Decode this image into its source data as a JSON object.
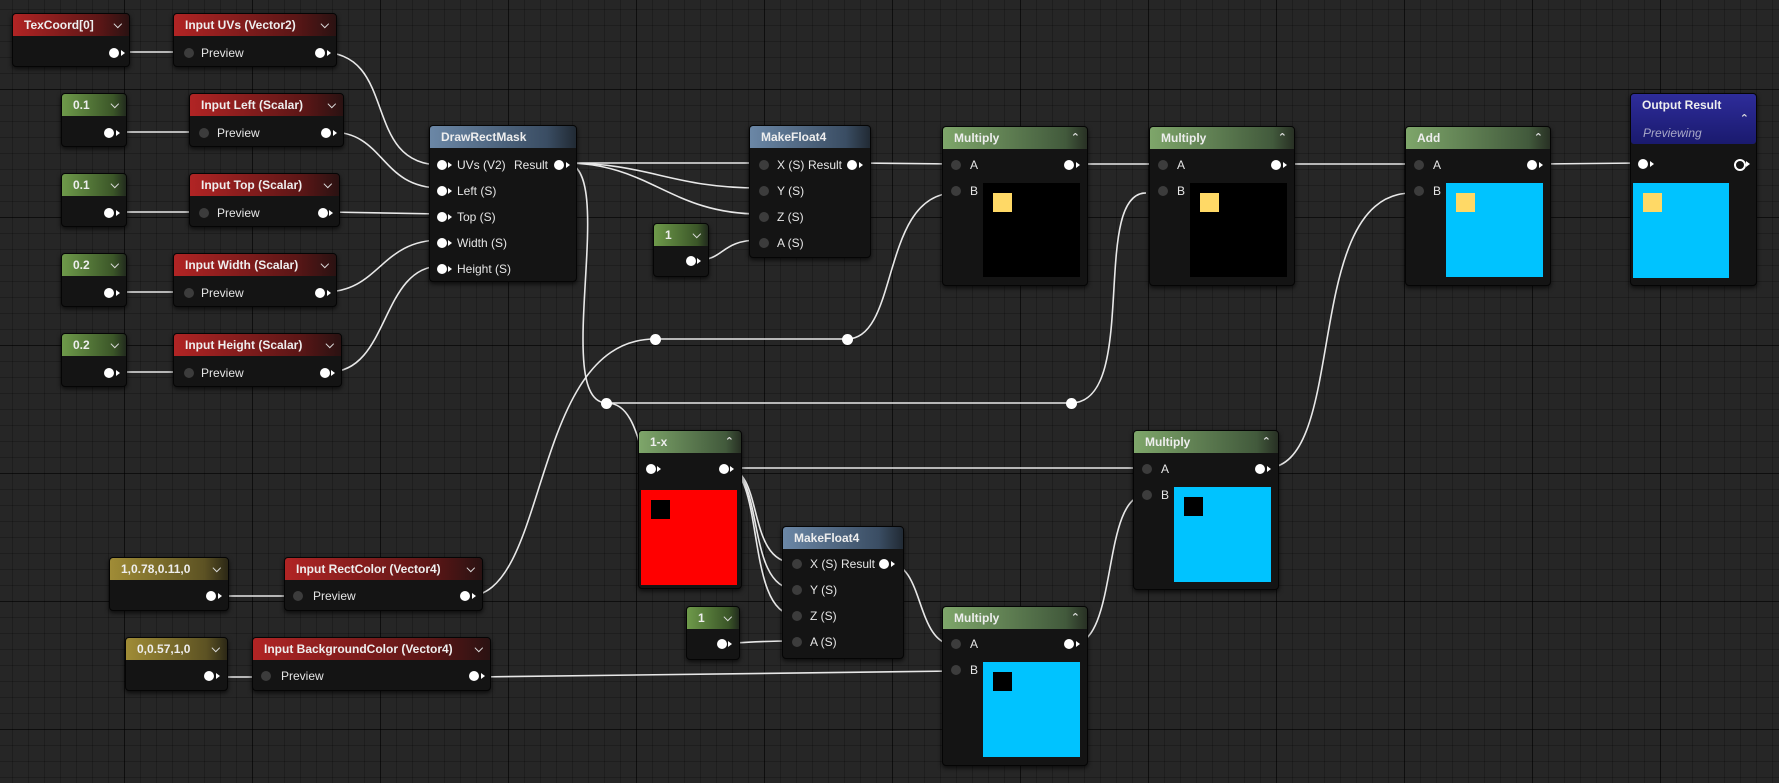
{
  "nodes": {
    "texcoord": {
      "title": "TexCoord[0]"
    },
    "input_uvs": {
      "title": "Input UVs (Vector2)",
      "pin_label": "Preview"
    },
    "const_left": {
      "title": "0.1"
    },
    "input_left": {
      "title": "Input Left (Scalar)",
      "pin_label": "Preview"
    },
    "const_top": {
      "title": "0.1"
    },
    "input_top": {
      "title": "Input Top (Scalar)",
      "pin_label": "Preview"
    },
    "const_width": {
      "title": "0.2"
    },
    "input_width": {
      "title": "Input Width (Scalar)",
      "pin_label": "Preview"
    },
    "const_height": {
      "title": "0.2"
    },
    "input_height": {
      "title": "Input Height (Scalar)",
      "pin_label": "Preview"
    },
    "drawrectmask": {
      "title": "DrawRectMask",
      "pins": [
        "UVs (V2)",
        "Left (S)",
        "Top (S)",
        "Width (S)",
        "Height (S)"
      ],
      "output": "Result"
    },
    "makefloat4_top": {
      "title": "MakeFloat4",
      "pins": [
        "X (S)",
        "Y (S)",
        "Z (S)",
        "A (S)"
      ],
      "output": "Result"
    },
    "const_one_top": {
      "title": "1"
    },
    "multiply_1": {
      "title": "Multiply",
      "pins": [
        "A",
        "B"
      ]
    },
    "multiply_2": {
      "title": "Multiply",
      "pins": [
        "A",
        "B"
      ]
    },
    "add": {
      "title": "Add",
      "pins": [
        "A",
        "B"
      ]
    },
    "output": {
      "title": "Output Result",
      "subtitle": "Previewing"
    },
    "one_minus_x": {
      "title": "1-x"
    },
    "multiply_3": {
      "title": "Multiply",
      "pins": [
        "A",
        "B"
      ]
    },
    "makefloat4_bottom": {
      "title": "MakeFloat4",
      "pins": [
        "X (S)",
        "Y (S)",
        "Z (S)",
        "A (S)"
      ],
      "output": "Result"
    },
    "const_one_bottom": {
      "title": "1"
    },
    "multiply_4": {
      "title": "Multiply",
      "pins": [
        "A",
        "B"
      ]
    },
    "const_rectcolor": {
      "title": "1,0.78,0.11,0"
    },
    "input_rectcolor": {
      "title": "Input RectColor (Vector4)",
      "pin_label": "Preview"
    },
    "const_bgcolor": {
      "title": "0,0.57,1,0"
    },
    "input_bgcolor": {
      "title": "Input BackgroundColor (Vector4)",
      "pin_label": "Preview"
    }
  },
  "icons": {
    "collapse": "chevron-down-icon",
    "expand": "chevron-up-icon"
  },
  "colors": {
    "background": "#262626",
    "node_body": "#141414",
    "input_header": "#b12424",
    "constant_header": "#6e9a4a",
    "function_header": "#6b87a6",
    "vector_constant_header": "#a08c36",
    "output_header": "#2e2c9a",
    "wire": "#ffffff",
    "preview_cyan": "#00c3ff",
    "preview_red": "#ff0000",
    "preview_yellow": "#ffd966",
    "preview_black": "#000000"
  }
}
